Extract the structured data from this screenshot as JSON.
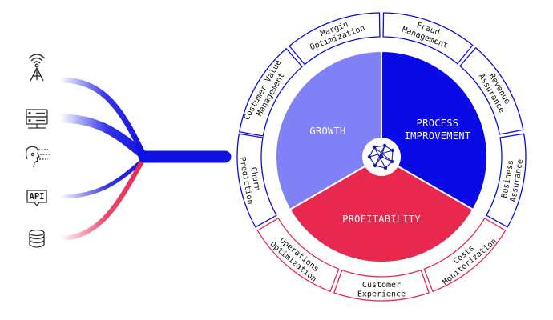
{
  "colors": {
    "growth": "#8080f7",
    "process": "#0a0ae6",
    "profitability": "#e8284f",
    "flow_blue": "#1010e0",
    "flow_red": "#e8284f",
    "icon": "#333333"
  },
  "segments": {
    "growth": "GROWTH",
    "process": [
      "PROCESS",
      "IMPROVEMENT"
    ],
    "profitability": "PROFITABILITY"
  },
  "ring": {
    "margin_optimization": [
      "Margin",
      "Optimization"
    ],
    "customer_value_management": [
      "Costumer Value",
      "Management"
    ],
    "churn_prediction": [
      "Churn",
      "Prediction"
    ],
    "fraud_management": [
      "Fraud",
      "Management"
    ],
    "revenue_assurance": [
      "Revenue",
      "Assurance"
    ],
    "business_assurance": [
      "Business",
      "Assurance"
    ],
    "costs_monitorization": [
      "Costs",
      "Monitorization"
    ],
    "customer_experience": [
      "Customer",
      "Experience"
    ],
    "operations_optimization": [
      "Operations",
      "Optimization"
    ]
  },
  "sources": {
    "api_label": "API",
    "icons": [
      "antenna-icon",
      "server-icon",
      "robot-head-icon",
      "api-icon",
      "database-icon"
    ]
  }
}
